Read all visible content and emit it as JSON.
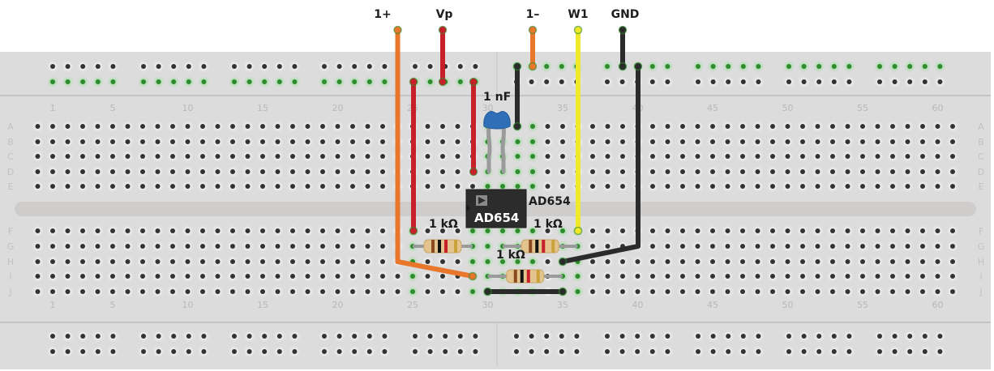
{
  "terminals": [
    {
      "label": "1+",
      "color": "#e8762b",
      "column": 24
    },
    {
      "label": "Vp",
      "color": "#c8202a",
      "column": 28
    },
    {
      "label": "1–",
      "color": "#e8762b",
      "column": 34
    },
    {
      "label": "W1",
      "color": "#f0e82a",
      "column": 37
    },
    {
      "label": "GND",
      "color": "#2b2b2b",
      "column": 40
    }
  ],
  "breadboard": {
    "columns": 60,
    "rows_top": [
      "A",
      "B",
      "C",
      "D",
      "E"
    ],
    "rows_bottom": [
      "F",
      "G",
      "H",
      "I",
      "J"
    ],
    "column_labels": [
      "1",
      "5",
      "10",
      "15",
      "20",
      "25",
      "30",
      "35",
      "40",
      "45",
      "50",
      "55",
      "60"
    ]
  },
  "components": {
    "chip": {
      "body_label": "AD654",
      "side_label": "AD654",
      "logo": "play-logo-icon"
    },
    "capacitor": {
      "label": "1 nF",
      "color": "#2f6fb8"
    },
    "resistors": [
      {
        "label": "1 kΩ"
      },
      {
        "label": "1 kΩ"
      },
      {
        "label": "1 kΩ"
      }
    ]
  },
  "colors": {
    "board": "#dcdcdc",
    "hole": "#333333",
    "active_hole": "#2e8b2e",
    "wire_orange": "#e8762b",
    "wire_red": "#c8202a",
    "wire_black": "#2b2b2b",
    "wire_yellow": "#f0e82a"
  }
}
